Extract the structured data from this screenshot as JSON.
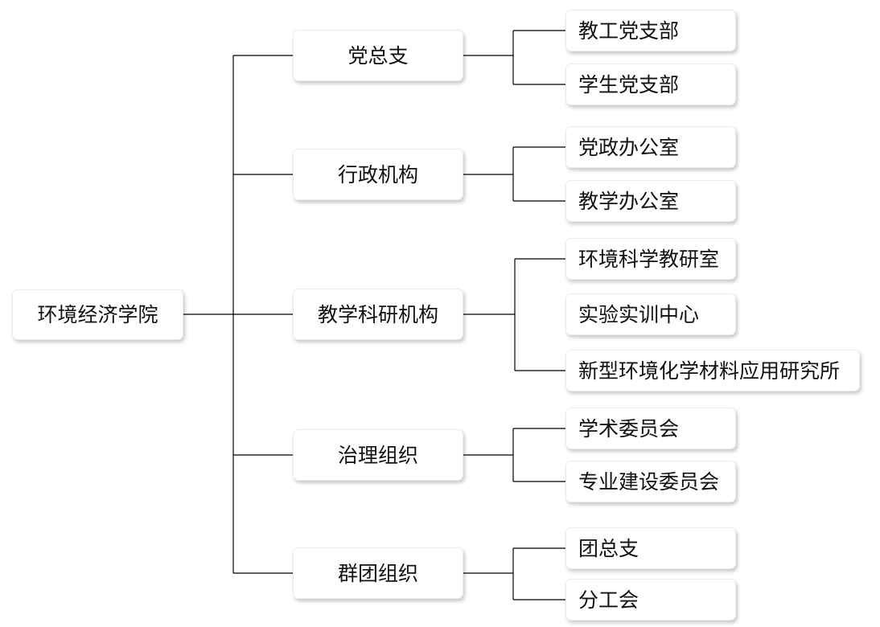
{
  "root": "环境经济学院",
  "groups": [
    {
      "label": "党总支",
      "children": [
        "教工党支部",
        "学生党支部"
      ]
    },
    {
      "label": "行政机构",
      "children": [
        "党政办公室",
        "教学办公室"
      ]
    },
    {
      "label": "教学科研机构",
      "children": [
        "环境科学教研室",
        "实验实训中心",
        "新型环境化学材料应用研究所"
      ]
    },
    {
      "label": "治理组织",
      "children": [
        "学术委员会",
        "专业建设委员会"
      ]
    },
    {
      "label": "群团组织",
      "children": [
        "团总支",
        "分工会"
      ]
    }
  ],
  "colors": {
    "line": "#000000",
    "box_border": "#ececec",
    "text": "#111111"
  }
}
